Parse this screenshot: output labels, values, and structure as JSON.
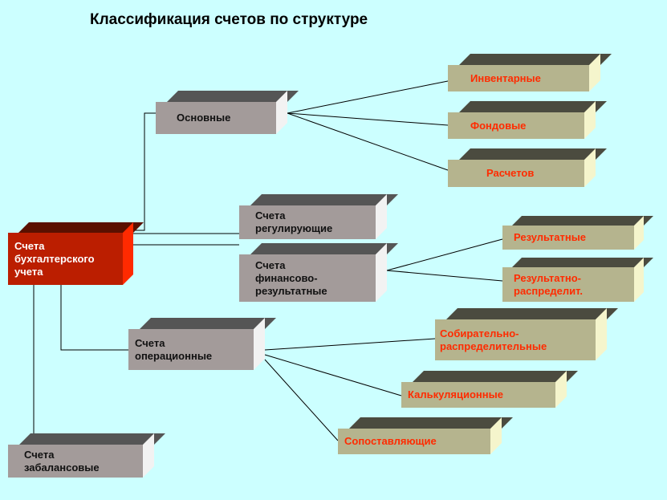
{
  "title": "Классификация счетов по структуре",
  "nodes": {
    "root": "Счета\nбухгалтерского\nучета",
    "osnovnye": "Основные",
    "reguliruyuschie": "Счета\nрегулирующие",
    "finansovo": "Счета\nфинансово-\nрезультатные",
    "operatsionnye": "Счета\nоперационные",
    "zabalansovye": "Счета\nзабалансовые",
    "inventarnye": "Инвентарные",
    "fondovye": "Фондовые",
    "raschetov": "Расчетов",
    "rezultatnye": "Результатные",
    "rezultatno_raspred": "Результатно-\nраспределит.",
    "sobiratelno": "Собирательно-\nраспределительные",
    "kalkulyatsionnye": "Калькуляционные",
    "sopostavlyayuschie": "Сопоставляющие"
  },
  "colors": {
    "background": "#ccffff",
    "grey_box": "#a39b9a",
    "olive_box": "#b5b48e",
    "red_box": "#bb1e00",
    "olive_text": "#ff2b00"
  }
}
